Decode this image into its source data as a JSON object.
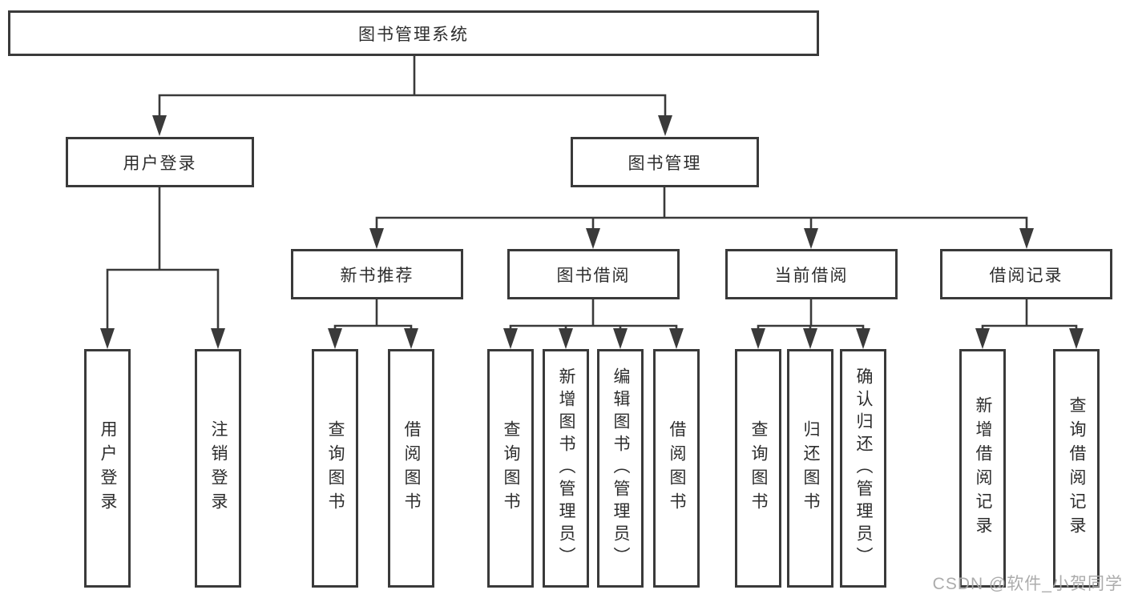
{
  "tree": {
    "label": "图书管理系统",
    "children": [
      {
        "label": "用户登录",
        "children": [
          {
            "label": "用户登录"
          },
          {
            "label": "注销登录"
          }
        ]
      },
      {
        "label": "图书管理",
        "children": [
          {
            "label": "新书推荐",
            "children": [
              {
                "label": "查询图书"
              },
              {
                "label": "借阅图书"
              }
            ]
          },
          {
            "label": "图书借阅",
            "children": [
              {
                "label": "查询图书"
              },
              {
                "label": "新增图书（管理员）"
              },
              {
                "label": "编辑图书（管理员）"
              },
              {
                "label": "借阅图书"
              }
            ]
          },
          {
            "label": "当前借阅",
            "children": [
              {
                "label": "查询图书"
              },
              {
                "label": "归还图书"
              },
              {
                "label": "确认归还（管理员）"
              }
            ]
          },
          {
            "label": "借阅记录",
            "children": [
              {
                "label": "新增借阅记录"
              },
              {
                "label": "查询借阅记录"
              }
            ]
          }
        ]
      }
    ]
  },
  "watermark": {
    "text": "CSDN @软件_小贺同学"
  },
  "colors": {
    "line": "#3a3a3a",
    "text": "#2d2d2d",
    "watermark": "#a8a8a8",
    "background": "#ffffff"
  }
}
